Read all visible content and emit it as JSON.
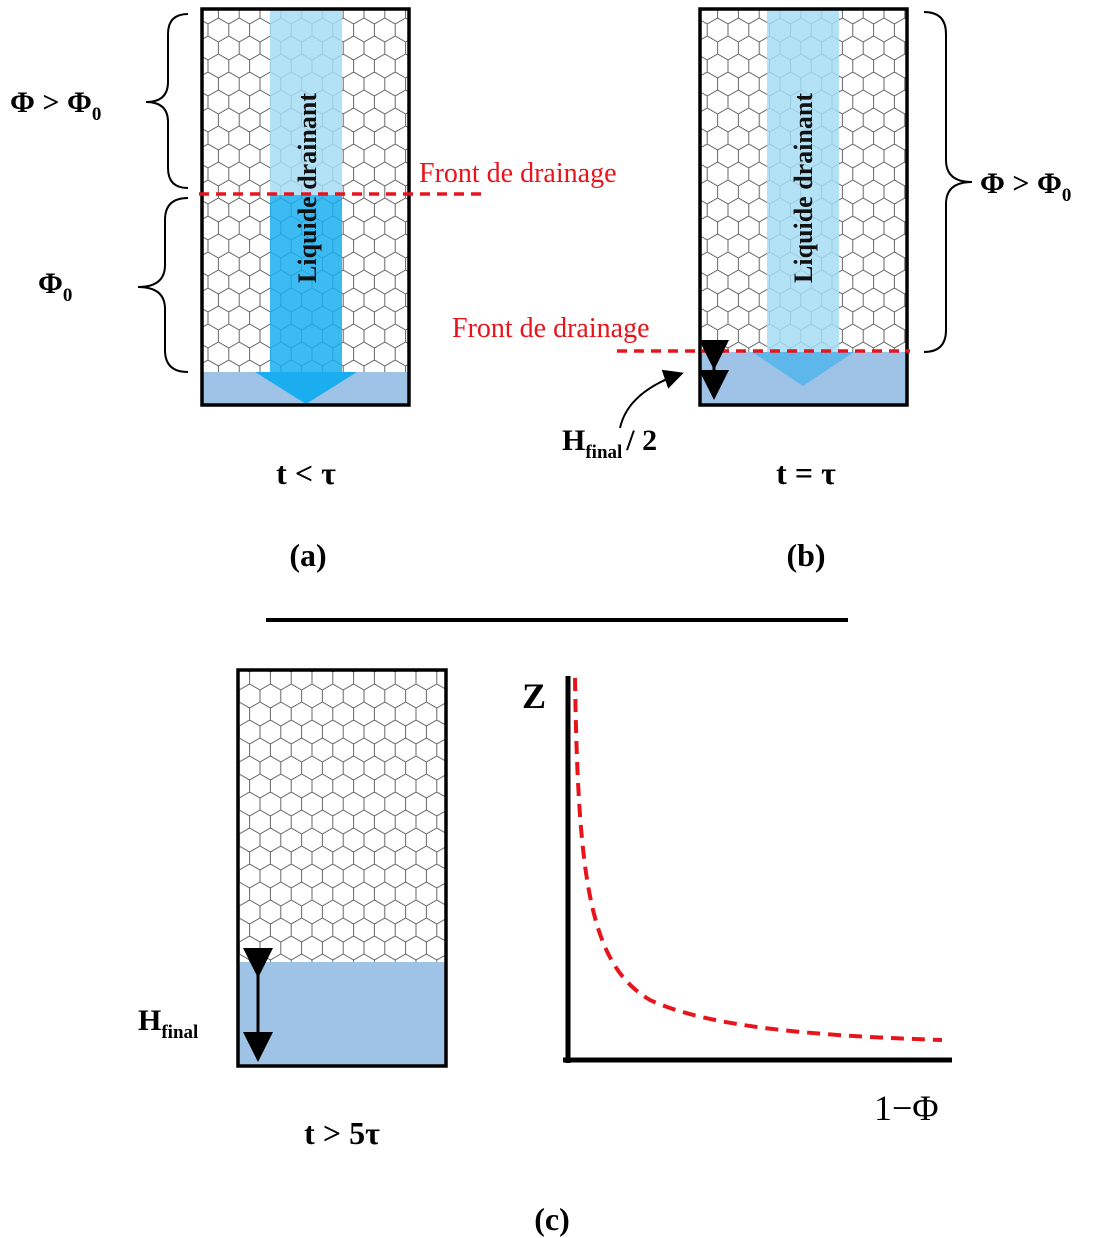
{
  "panel_a": {
    "upper_phi_main": "Φ > Φ",
    "upper_phi_sub": "0",
    "lower_phi_main": "Φ",
    "lower_phi_sub": "0",
    "front_label": "Front de drainage",
    "flow_label": "Liquide drainant",
    "time_label": "t < τ",
    "caption": "(a)"
  },
  "panel_b": {
    "phi_main": "Φ > Φ",
    "phi_sub": "0",
    "front_label": "Front de drainage",
    "flow_label": "Liquide drainant",
    "height_main": "H",
    "height_sub": "final",
    "height_suffix": "/ 2",
    "time_label": "t = τ",
    "caption": "(b)"
  },
  "panel_c": {
    "height_main": "H",
    "height_sub": "final",
    "time_label": "t > 5τ",
    "caption": "(c)",
    "graph": {
      "y_label": "Z",
      "x_label": "1−Φ"
    }
  },
  "colors": {
    "liquid": "#9fc2e7",
    "flow_light": "#a6dcf5",
    "flow_dark": "#1aaef0",
    "front": "#e8141c",
    "foam_line": "#555555"
  }
}
